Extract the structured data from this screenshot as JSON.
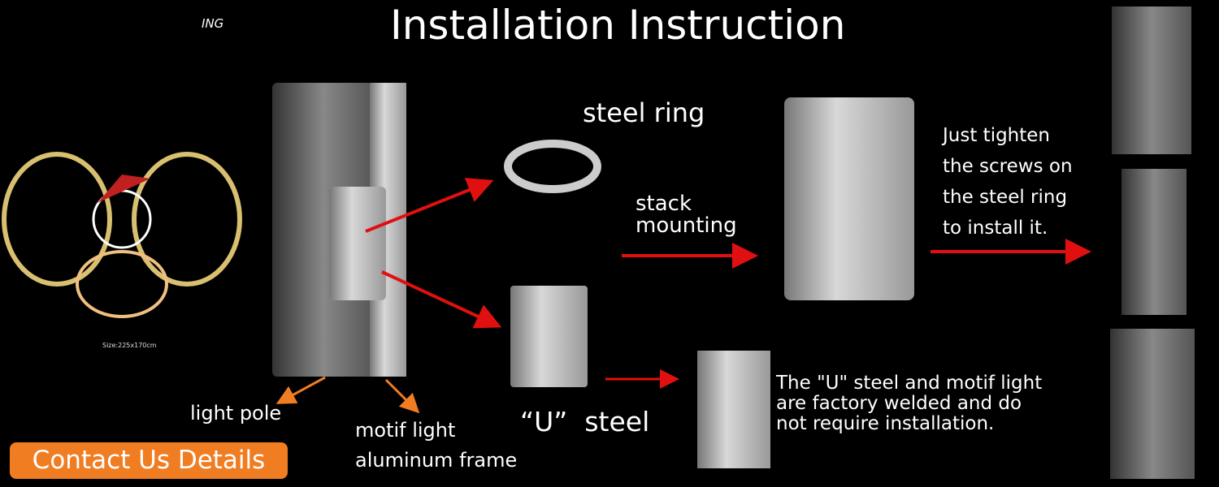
{
  "title": "Installation Instruction",
  "logo_text": "ING",
  "product_size": "Size:225x170cm",
  "labels": {
    "steel_ring": "steel ring",
    "stack_mounting": "stack\nmounting",
    "light_pole": "light pole",
    "motif_frame": "motif light\naluminum frame",
    "u_steel": "“U”  steel",
    "tighten": "Just tighten\nthe screws on\nthe steel ring\nto install it.",
    "welded": "The \"U\" steel and motif light\nare factory welded and do\nnot require installation."
  },
  "contact_button": "Contact Us Details",
  "colors": {
    "arrow_red": "#e01010",
    "arrow_orange": "#f07d22",
    "button": "#f07d22"
  }
}
